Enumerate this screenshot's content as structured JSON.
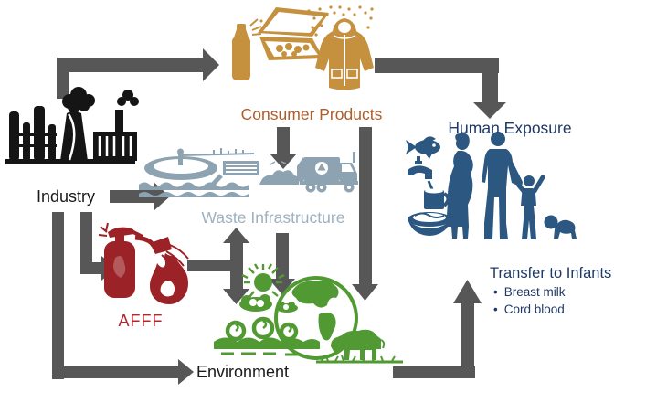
{
  "diagram": {
    "title": "Chemical flow pathway diagram from industry to human exposure",
    "nodes": {
      "industry": {
        "label": "Industry",
        "icons": [
          "factory-icon"
        ]
      },
      "consumer_products": {
        "label": "Consumer Products",
        "icons": [
          "spray-can-icon",
          "product-box-icon",
          "jacket-icon",
          "dust-particles-icon"
        ]
      },
      "waste_infrastructure": {
        "label": "Waste Infrastructure",
        "icons": [
          "wastewater-treatment-icon",
          "waste-pile-icon",
          "garbage-truck-icon"
        ]
      },
      "afff": {
        "label": "AFFF",
        "icons": [
          "fire-extinguisher-icon",
          "flame-icon"
        ]
      },
      "environment": {
        "label": "Environment",
        "icons": [
          "sun-icon",
          "cloud-icon",
          "ocean-waves-icon",
          "globe-icon",
          "bison-icon"
        ]
      },
      "human_exposure": {
        "label": "Human Exposure",
        "icons": [
          "fish-icon",
          "faucet-icon",
          "cup-icon",
          "food-bowl-icon",
          "family-icon"
        ]
      },
      "transfer_to_infants": {
        "label": "Transfer to Infants",
        "bullets": [
          "Breast milk",
          "Cord blood"
        ]
      }
    },
    "edges": [
      {
        "from": "industry",
        "to": "consumer_products"
      },
      {
        "from": "industry",
        "to": "waste_infrastructure"
      },
      {
        "from": "industry",
        "to": "afff"
      },
      {
        "from": "industry",
        "to": "environment"
      },
      {
        "from": "consumer_products",
        "to": "waste_infrastructure"
      },
      {
        "from": "consumer_products",
        "to": "environment"
      },
      {
        "from": "consumer_products",
        "to": "human_exposure"
      },
      {
        "from": "afff",
        "to": "waste_infrastructure"
      },
      {
        "from": "afff",
        "to": "environment"
      },
      {
        "from": "waste_infrastructure",
        "to": "environment"
      },
      {
        "from": "environment",
        "to": "human_exposure"
      }
    ]
  },
  "colors": {
    "arrow": "#575757",
    "ink": "#1a1a1a",
    "industry-icon": "#151515",
    "consumer-icon": "#C5913E",
    "consumer-text": "#B05C28",
    "waste-icon": "#8EA3B2",
    "waste-text": "#9FB1BF",
    "afff-icon": "#9B2226",
    "afff-text": "#B02730",
    "env-icon": "#519A33",
    "human-icon": "#2B5780",
    "human-text": "#1F3864"
  }
}
